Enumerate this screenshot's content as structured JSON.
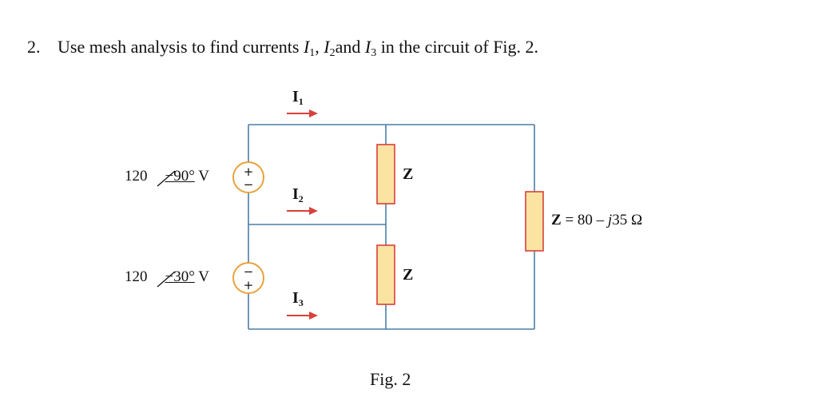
{
  "problem": {
    "number": "2.",
    "text_before": "Use mesh analysis to find currents",
    "i1_var": "I",
    "i1_sub": "1",
    "sep1": ",",
    "i2_var": "I",
    "i2_sub": "2",
    "and": "and",
    "i3_var": "I",
    "i3_sub": "3",
    "text_after": "in the circuit of Fig. 2."
  },
  "circuit": {
    "source_top": {
      "magnitude": "120",
      "angle": "−90°",
      "unit": "V",
      "sym_top": "+",
      "sym_bottom": "−"
    },
    "source_bottom": {
      "magnitude": "120",
      "angle": "−30°",
      "unit": "V",
      "sym_top": "−",
      "sym_bottom": "+"
    },
    "currents": [
      {
        "var": "I",
        "sub": "1"
      },
      {
        "var": "I",
        "sub": "2"
      },
      {
        "var": "I",
        "sub": "3"
      }
    ],
    "impedance_top": "Z",
    "impedance_bottom": "Z",
    "impedance_right": {
      "z": "Z",
      "value": " = 80 – ",
      "j": "j",
      "rest": "35 Ω"
    },
    "colors": {
      "wire": "#4a7fa8",
      "resistor_fill": "#fbe3a2",
      "resistor_stroke": "#d9403a",
      "source_stroke": "#e8a23a",
      "arrow": "#d9403a"
    }
  },
  "caption": "Fig. 2"
}
